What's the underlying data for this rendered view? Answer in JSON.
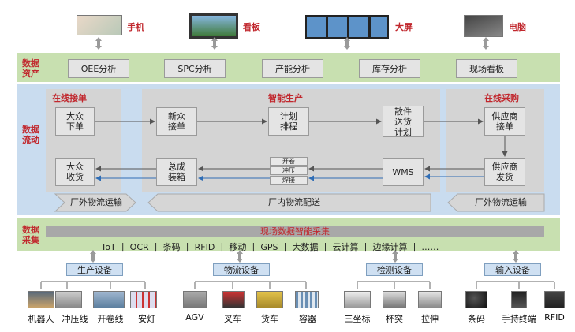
{
  "top": {
    "items": [
      {
        "label": "手机",
        "icon": "phone-icon"
      },
      {
        "label": "看板",
        "icon": "display-board-icon"
      },
      {
        "label": "大屏",
        "icon": "large-screen-icon"
      },
      {
        "label": "电脑",
        "icon": "laptop-icon"
      }
    ]
  },
  "assets": {
    "label": "数据\n资产",
    "items": [
      "OEE分析",
      "SPC分析",
      "产能分析",
      "库存分析",
      "现场看板"
    ]
  },
  "flow": {
    "label": "数据\n流动",
    "online_order": "在线接单",
    "smart_production": "智能生产",
    "online_procurement": "在线采购",
    "boxes": {
      "vw_order": "大众\n下单",
      "vw_receive": "大众\n收货",
      "xinzhong_order": "新众\n接单",
      "assembly_pack": "总成\n装箱",
      "plan_schedule": "计划\n排程",
      "parts_delivery_plan": "散件\n送货\n计划",
      "wms": "WMS",
      "supplier_order": "供应商\n接单",
      "supplier_ship": "供应商\n发货"
    },
    "mini": [
      "开卷",
      "冲压",
      "焊接"
    ],
    "logistics_out_left": "厂外物流运输",
    "logistics_in": "厂内物流配送",
    "logistics_out_right": "厂外物流运输"
  },
  "collect": {
    "label": "数据\n采集",
    "bar": "现场数据智能采集",
    "tech": "IoT  丨  OCR  丨  条码  丨  RFID  丨  移动  丨  GPS  丨  大数据  丨  云计算  丨  边缘计算  丨  ……"
  },
  "devices": [
    {
      "name": "生产设备",
      "items": [
        "机器人",
        "冲压线",
        "开卷线",
        "安灯"
      ]
    },
    {
      "name": "物流设备",
      "items": [
        "AGV",
        "叉车",
        "货车",
        "容器"
      ]
    },
    {
      "name": "检测设备",
      "items": [
        "三坐标",
        "杯突",
        "拉伸"
      ]
    },
    {
      "name": "输入设备",
      "items": [
        "条码",
        "手持终端",
        "RFID"
      ]
    }
  ],
  "colors": {
    "accent_red": "#c1272d",
    "green_band": "#c8e0b0",
    "blue_band": "#c9dcef",
    "arrow_blue": "#2f6db5"
  }
}
